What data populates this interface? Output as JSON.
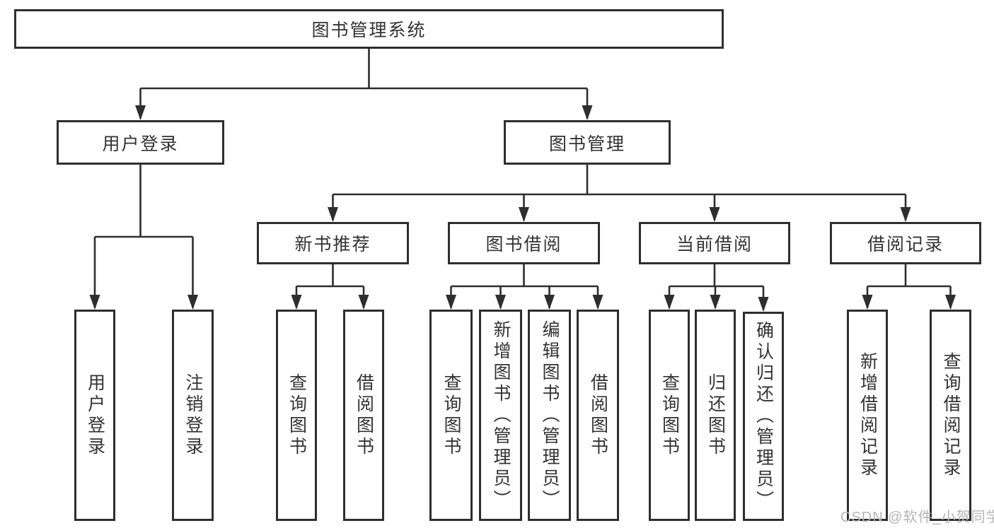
{
  "tree": {
    "root": {
      "label": "图书管理系统",
      "children": [
        {
          "label": "用户登录",
          "children": [
            {
              "label": "用户登录"
            },
            {
              "label": "注销登录"
            }
          ]
        },
        {
          "label": "图书管理",
          "children": [
            {
              "label": "新书推荐",
              "children": [
                {
                  "label": "查询图书"
                },
                {
                  "label": "借阅图书"
                }
              ]
            },
            {
              "label": "图书借阅",
              "children": [
                {
                  "label": "查询图书"
                },
                {
                  "label": "新增图书（管理员）"
                },
                {
                  "label": "编辑图书（管理员）"
                },
                {
                  "label": "借阅图书"
                }
              ]
            },
            {
              "label": "当前借阅",
              "children": [
                {
                  "label": "查询图书"
                },
                {
                  "label": "归还图书"
                },
                {
                  "label": "确认归还（管理员）"
                }
              ]
            },
            {
              "label": "借阅记录",
              "children": [
                {
                  "label": "新增借阅记录"
                },
                {
                  "label": "查询借阅记录"
                }
              ]
            }
          ]
        }
      ]
    }
  },
  "watermark": {
    "text": "CSDN @软件_小贺同学"
  },
  "colors": {
    "line": "#2e2e2e",
    "box_border": "#2e2e2e",
    "text": "#333333",
    "watermark": "#b5b5b5",
    "background": "#ffffff"
  }
}
